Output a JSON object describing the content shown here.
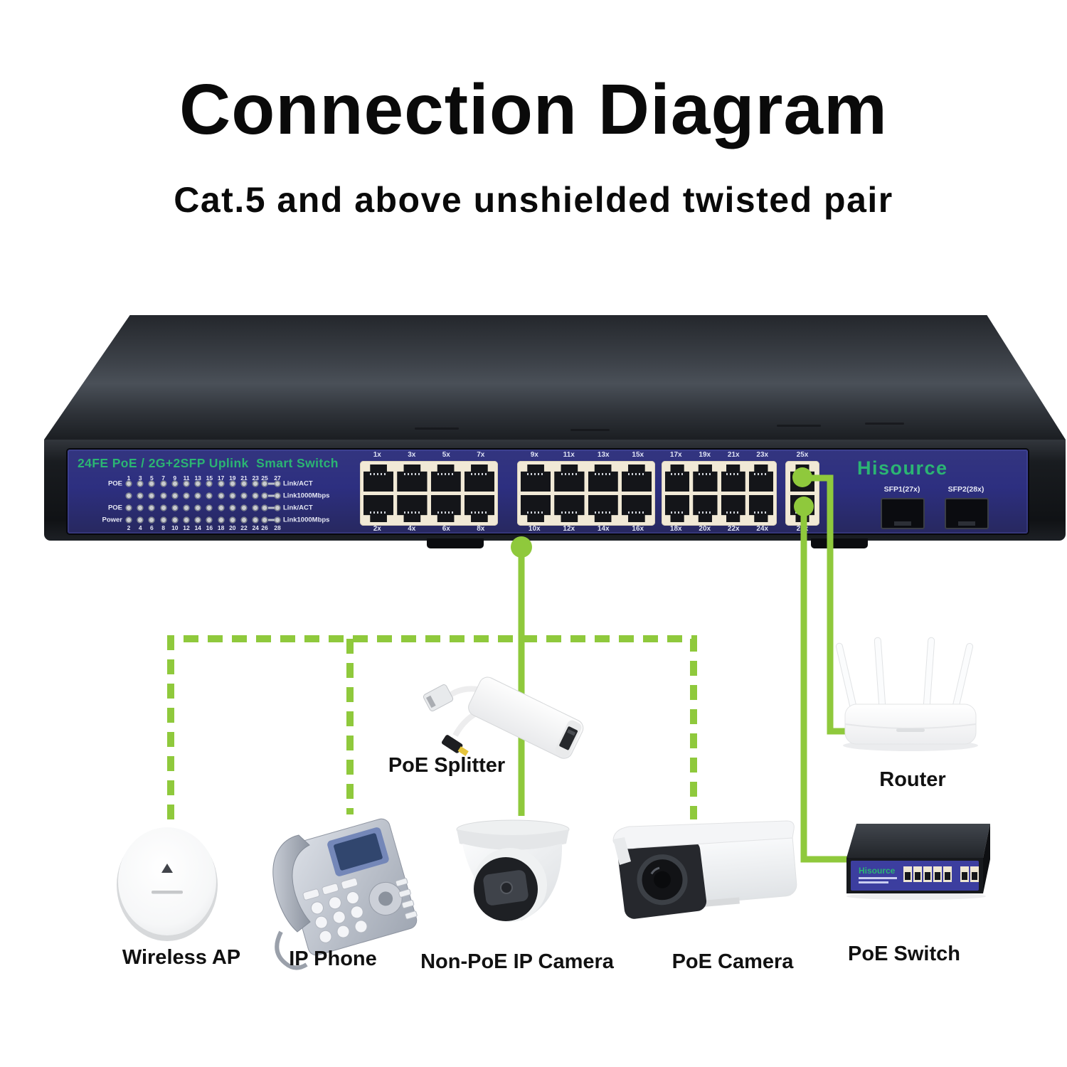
{
  "page": {
    "title": "Connection Diagram",
    "subtitle": "Cat.5 and above unshielded twisted pair"
  },
  "switch": {
    "panel_title": "24FE PoE / 2G+2SFP Uplink  Smart Switch",
    "brand": "Hisource",
    "led": {
      "top_numbers": [
        "1",
        "3",
        "5",
        "7",
        "9",
        "11",
        "13",
        "15",
        "17",
        "19",
        "21",
        "23",
        "25",
        "27"
      ],
      "bottom_numbers": [
        "2",
        "4",
        "6",
        "8",
        "10",
        "12",
        "14",
        "16",
        "18",
        "20",
        "22",
        "24",
        "26",
        "28"
      ],
      "rows": [
        {
          "left_label": "POE",
          "right_label": "Link/ACT"
        },
        {
          "left_label": "",
          "right_label": "Link1000Mbps"
        },
        {
          "left_label": "POE",
          "right_label": "Link/ACT"
        },
        {
          "left_label": "Power",
          "right_label": "Link1000Mbps"
        }
      ]
    },
    "port_groups": [
      {
        "top_labels": [
          "1x",
          "3x",
          "5x",
          "7x"
        ],
        "bottom_labels": [
          "2x",
          "4x",
          "6x",
          "8x"
        ]
      },
      {
        "top_labels": [
          "9x",
          "11x",
          "13x",
          "15x"
        ],
        "bottom_labels": [
          "10x",
          "12x",
          "14x",
          "16x"
        ]
      },
      {
        "top_labels": [
          "17x",
          "19x",
          "21x",
          "23x"
        ],
        "bottom_labels": [
          "18x",
          "20x",
          "22x",
          "24x"
        ]
      }
    ],
    "uplink_pair": {
      "top_label": "25x",
      "bottom_label": "26x"
    },
    "sfp": [
      {
        "label": "SFP1(27x)"
      },
      {
        "label": "SFP2(28x)"
      }
    ]
  },
  "devices": [
    {
      "id": "wireless-ap",
      "label": "Wireless AP"
    },
    {
      "id": "ip-phone",
      "label": "IP Phone"
    },
    {
      "id": "poe-splitter",
      "label": "PoE Splitter"
    },
    {
      "id": "non-poe-ip-camera",
      "label": "Non-PoE IP Camera"
    },
    {
      "id": "poe-camera",
      "label": "PoE Camera"
    },
    {
      "id": "router",
      "label": "Router"
    },
    {
      "id": "poe-switch",
      "label": "PoE Switch",
      "brand": "Hisource"
    }
  ],
  "connections": [
    {
      "from": "poe-ports",
      "to": "wireless-ap",
      "style": "dashed"
    },
    {
      "from": "poe-ports",
      "to": "ip-phone",
      "style": "dashed"
    },
    {
      "from": "poe-ports",
      "to": "poe-splitter",
      "style": "solid"
    },
    {
      "from": "poe-ports",
      "to": "non-poe-ip-camera",
      "style": "solid"
    },
    {
      "from": "poe-ports",
      "to": "poe-camera",
      "style": "dashed"
    },
    {
      "from": "port-25x",
      "to": "router",
      "style": "solid"
    },
    {
      "from": "port-26x",
      "to": "poe-switch",
      "style": "solid"
    }
  ],
  "colors": {
    "accent_green": "#8fc93c",
    "panel_blue": "#2d2f80",
    "panel_green": "#2bb573",
    "port_cream": "#f1e9d6",
    "mini_panel_blue": "#3c3e9f"
  }
}
